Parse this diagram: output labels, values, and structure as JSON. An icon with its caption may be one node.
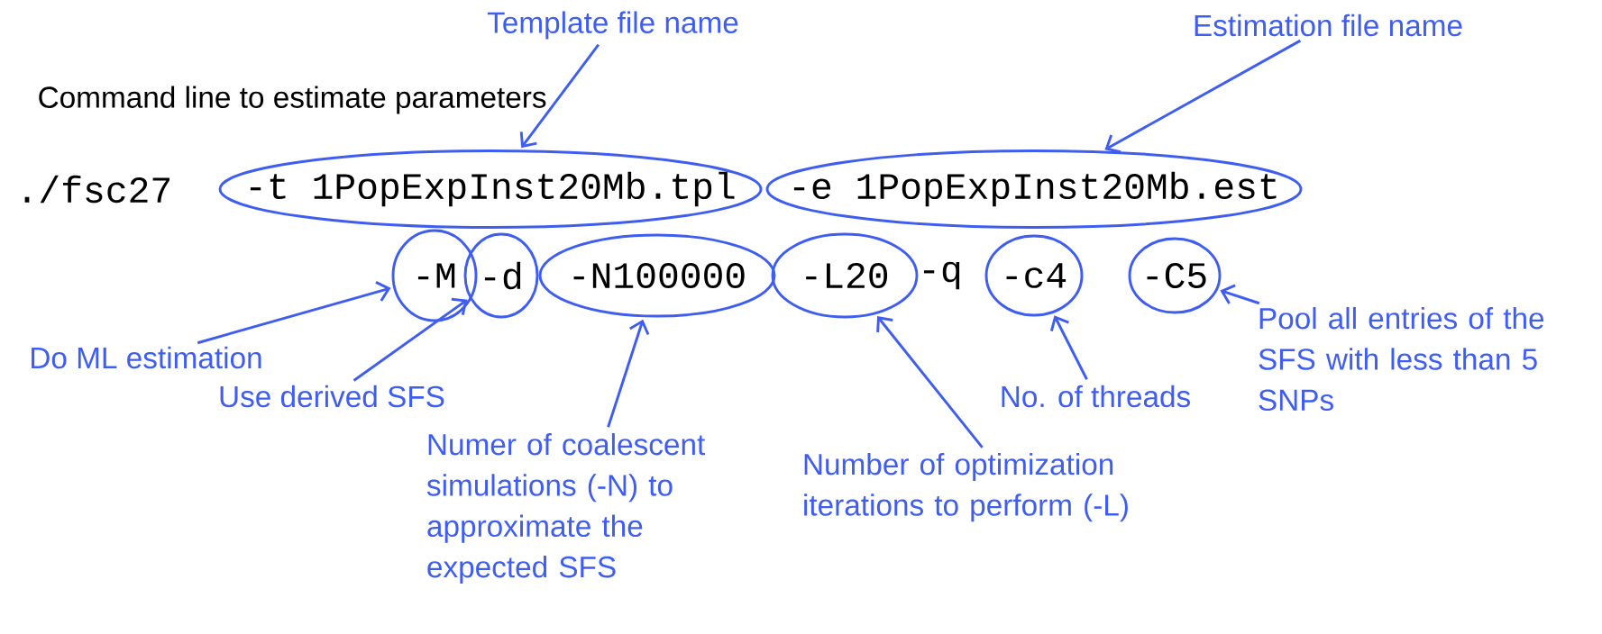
{
  "diagram": {
    "nodes": [
      {
        "text": [
          "Template file name"
        ]
      },
      {
        "text": [
          "Estimation file name"
        ]
      },
      {
        "text": [
          "-t 1PopExpInst20Mb.tpl"
        ]
      },
      {
        "text": [
          "-e 1PopExpInst20Mb.est"
        ]
      },
      {
        "text": [
          "-M"
        ]
      },
      {
        "text": [
          "-d"
        ]
      },
      {
        "text": [
          "-N100000"
        ]
      },
      {
        "text": [
          "-L20"
        ]
      },
      {
        "text": [
          "-c4"
        ]
      },
      {
        "text": [
          "-C5"
        ]
      },
      {
        "text": [
          "Do ML estimation"
        ]
      },
      {
        "text": [
          "Use derived SFS"
        ]
      },
      {
        "text": [
          "Numer of coalescent simulations (-N) to approximate the expected SFS"
        ]
      },
      {
        "text": [
          "Number of optimization iterations to perform (-L)"
        ]
      },
      {
        "text": [
          "No. of threads"
        ]
      },
      {
        "text": [
          "Pool all entries of the SFS with less than 5 SNPs"
        ]
      }
    ],
    "edges": [
      {
        "from": 0,
        "to": 2,
        "arrow": "to"
      },
      {
        "from": 1,
        "to": 3,
        "arrow": "to"
      },
      {
        "from": 10,
        "to": 4,
        "arrow": "to"
      },
      {
        "from": 11,
        "to": 5,
        "arrow": "to"
      },
      {
        "from": 12,
        "to": 6,
        "arrow": "to"
      },
      {
        "from": 13,
        "to": 7,
        "arrow": "to"
      },
      {
        "from": 14,
        "to": 8,
        "arrow": "to"
      },
      {
        "from": 15,
        "to": 9,
        "arrow": "to"
      }
    ],
    "labels": [
      "Command line to estimate parameters",
      "./fsc27",
      "-q"
    ]
  }
}
